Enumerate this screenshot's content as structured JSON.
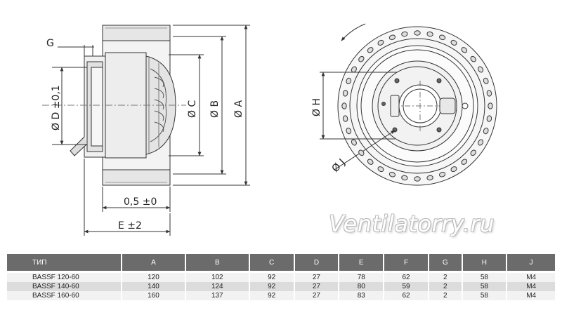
{
  "drawing": {
    "side_labels": {
      "G": "G",
      "D": "Ø D ±0,1",
      "C": "Ø C",
      "B": "Ø B",
      "A": "Ø A",
      "F": "0,5 ±0",
      "E": "E ±2"
    },
    "front_labels": {
      "H": "Ø H",
      "J": "Ø J"
    }
  },
  "watermark": "Ventilatorry.ru",
  "table": {
    "headers": [
      "ТИП",
      "A",
      "B",
      "C",
      "D",
      "E",
      "F",
      "G",
      "H",
      "J"
    ],
    "rows": [
      [
        "BASSF 120-60",
        "120",
        "102",
        "92",
        "27",
        "78",
        "62",
        "2",
        "58",
        "M4"
      ],
      [
        "BASSF 140-60",
        "140",
        "124",
        "92",
        "27",
        "80",
        "59",
        "2",
        "58",
        "M4"
      ],
      [
        "BASSF 160-60",
        "160",
        "137",
        "92",
        "27",
        "83",
        "62",
        "2",
        "58",
        "M4"
      ]
    ]
  }
}
